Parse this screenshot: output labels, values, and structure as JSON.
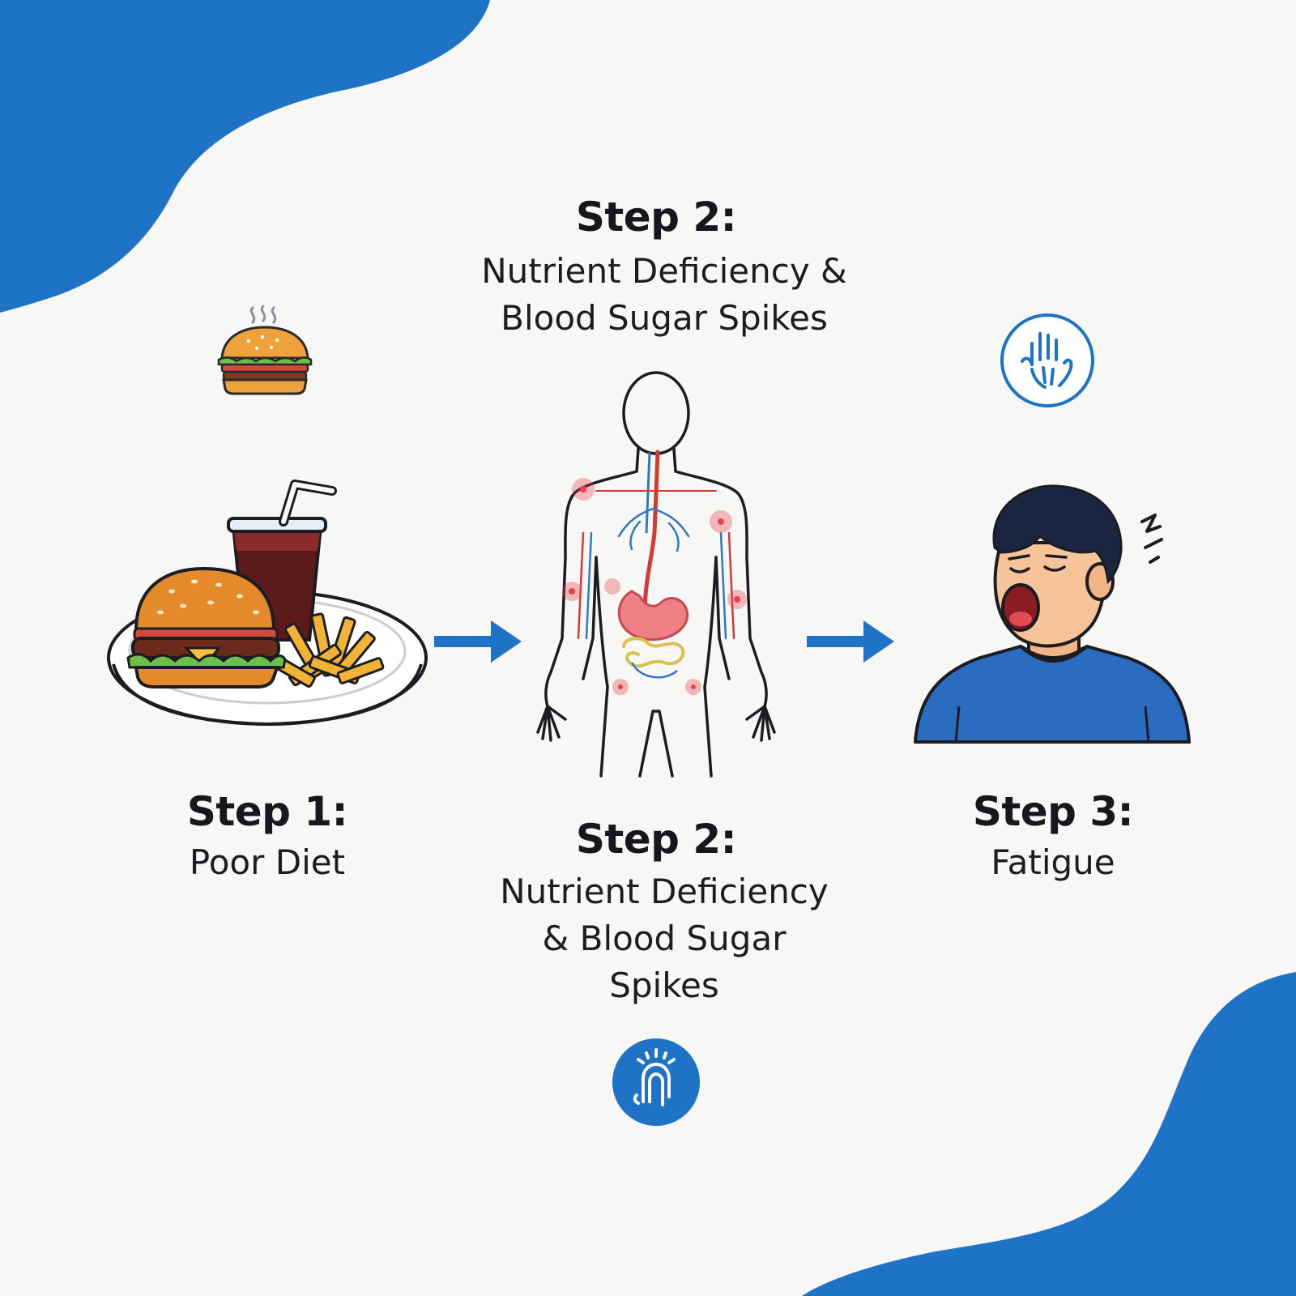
{
  "colors": {
    "accent_blue": "#1f73c6",
    "background": "#f7f7f5",
    "text": "#16181d"
  },
  "top_label": {
    "title": "Step 2:",
    "description_line1": "Nutrient Deficiency &",
    "description_line2": "Blood Sugar Spikes"
  },
  "steps": [
    {
      "title": "Step 1:",
      "description": "Poor Diet",
      "illustration": "burger-fries-soda-plate",
      "small_icon": "burger-icon"
    },
    {
      "title": "Step 2:",
      "description_line1": "Nutrient Deficiency",
      "description_line2": "& Blood Sugar",
      "description_line3": "Spikes",
      "illustration": "human-body-anatomy",
      "small_icon": "hand-tingling-icon"
    },
    {
      "title": "Step 3:",
      "description": "Fatigue",
      "illustration": "yawning-person",
      "small_icon": "hand-weakness-icon"
    }
  ],
  "arrows": [
    "arrow-right-icon",
    "arrow-right-icon"
  ]
}
